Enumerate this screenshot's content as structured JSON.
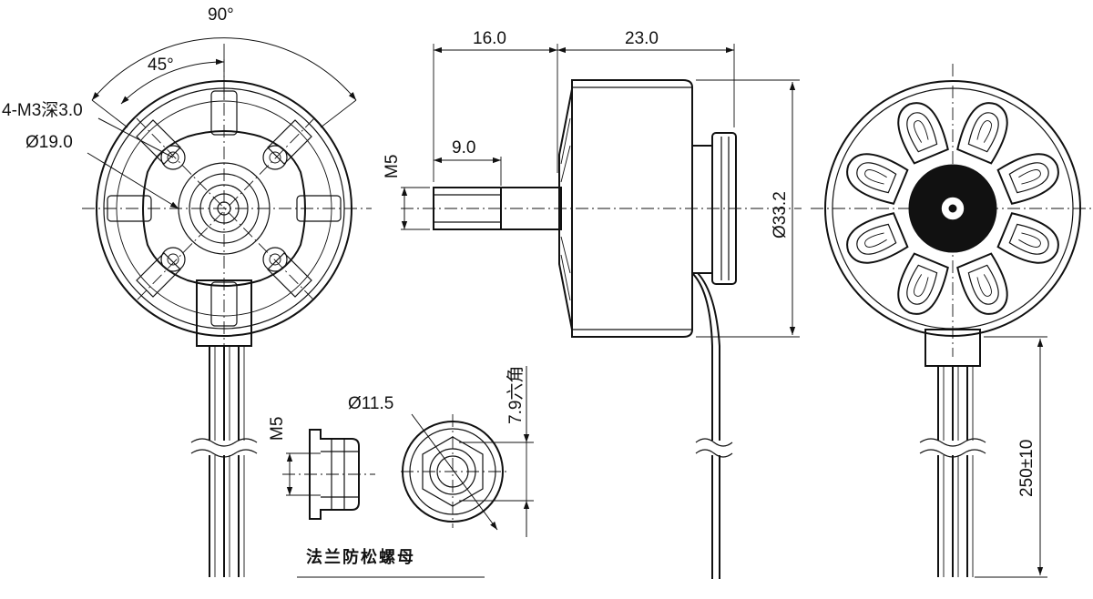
{
  "front_view": {
    "angle_outer": "90°",
    "angle_inner": "45°",
    "hole_callout": "4-M3深3.0",
    "pcd_callout": "Ø19.0"
  },
  "side_view": {
    "dim_shaft_length": "16.0",
    "dim_body_length": "23.0",
    "dim_thread_length": "9.0",
    "thread_label": "M5",
    "body_diameter": "Ø33.2"
  },
  "nut_detail": {
    "thread_label": "M5",
    "flange_diameter": "Ø11.5",
    "hex_size": "7.9六角",
    "caption": "法兰防松螺母"
  },
  "rear_view": {
    "lead_length": "250±10"
  }
}
